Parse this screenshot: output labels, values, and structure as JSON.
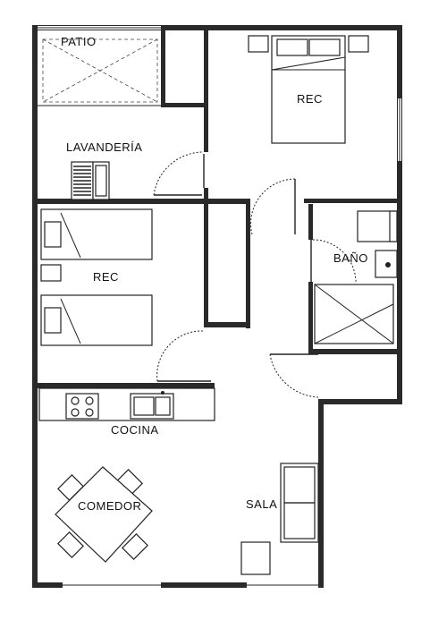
{
  "rooms": {
    "patio": "PATIO",
    "lavanderia": "LAVANDERÍA",
    "rec_master": "REC",
    "rec_second": "REC",
    "bano": "BAÑO",
    "cocina": "COCINA",
    "comedor": "COMEDOR",
    "sala": "SALA"
  }
}
